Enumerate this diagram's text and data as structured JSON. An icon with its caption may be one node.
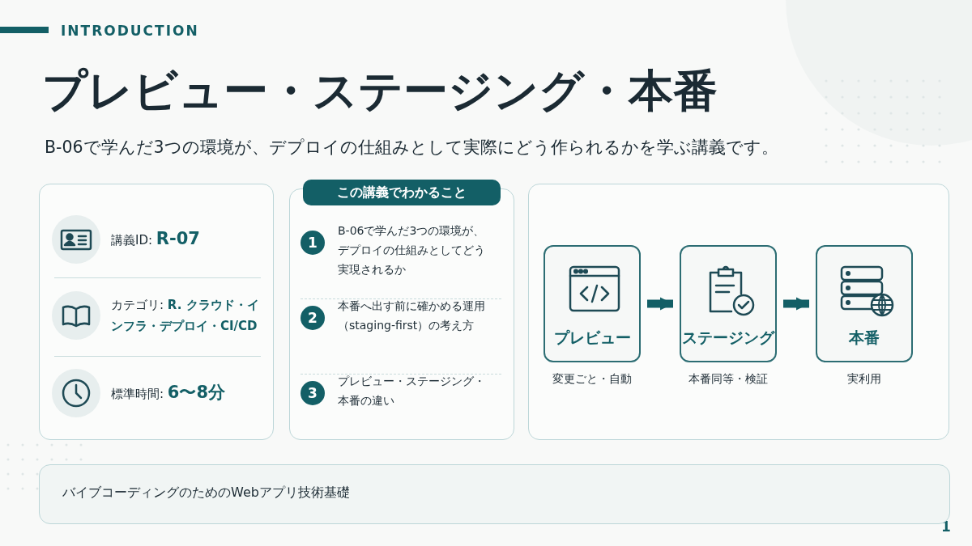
{
  "diagram": {
    "title": "プレビュー・ステージング・本番",
    "nodes": [
      {
        "text": [],
        "shape": "box"
      },
      {
        "text": [
          "講義ID: **R-07**"
        ],
        "in": 0
      },
      {
        "text": [
          "カテゴリ: **R. クラウド・インフラ・デプロイ・CI/CD**"
        ],
        "in": 0
      },
      {
        "text": [
          "標準時間: **6〜8分**"
        ],
        "in": 0
      },
      {
        "text": [
          "この講義でわかること"
        ]
      },
      {
        "text": [
          "1",
          "B-06で学んだ3つの環境が、デプロイの仕組みとしてどう実現されるか"
        ],
        "in": 4
      },
      {
        "text": [
          "2",
          "本番へ出す前に確かめる運用（staging-first）の考え方"
        ],
        "in": 4
      },
      {
        "text": [
          "3",
          "プレビュー・ステージング・本番の違い"
        ],
        "in": 4
      },
      {
        "text": [],
        "shape": "box"
      },
      {
        "text": [
          "プレビュー"
        ],
        "beside": [
          "変更ごと・自動"
        ],
        "in": 8
      },
      {
        "text": [
          "ステージング"
        ],
        "beside": [
          "本番同等・検証"
        ],
        "in": 8
      },
      {
        "text": [
          "本番"
        ],
        "beside": [
          "実利用"
        ],
        "in": 8
      },
      {
        "text": [
          "バイブコーディングのためのWebアプリ技術基礎"
        ]
      }
    ],
    "edges": [
      {
        "from": 9,
        "to": 10,
        "arrow": "to"
      },
      {
        "from": 10,
        "to": 11,
        "arrow": "to"
      }
    ],
    "labels": [
      "INTRODUCTION",
      "B-06で学んだ3つの環境が、デプロイの仕組みとして実際にどう作られるかを学ぶ講義です。",
      "1"
    ]
  }
}
